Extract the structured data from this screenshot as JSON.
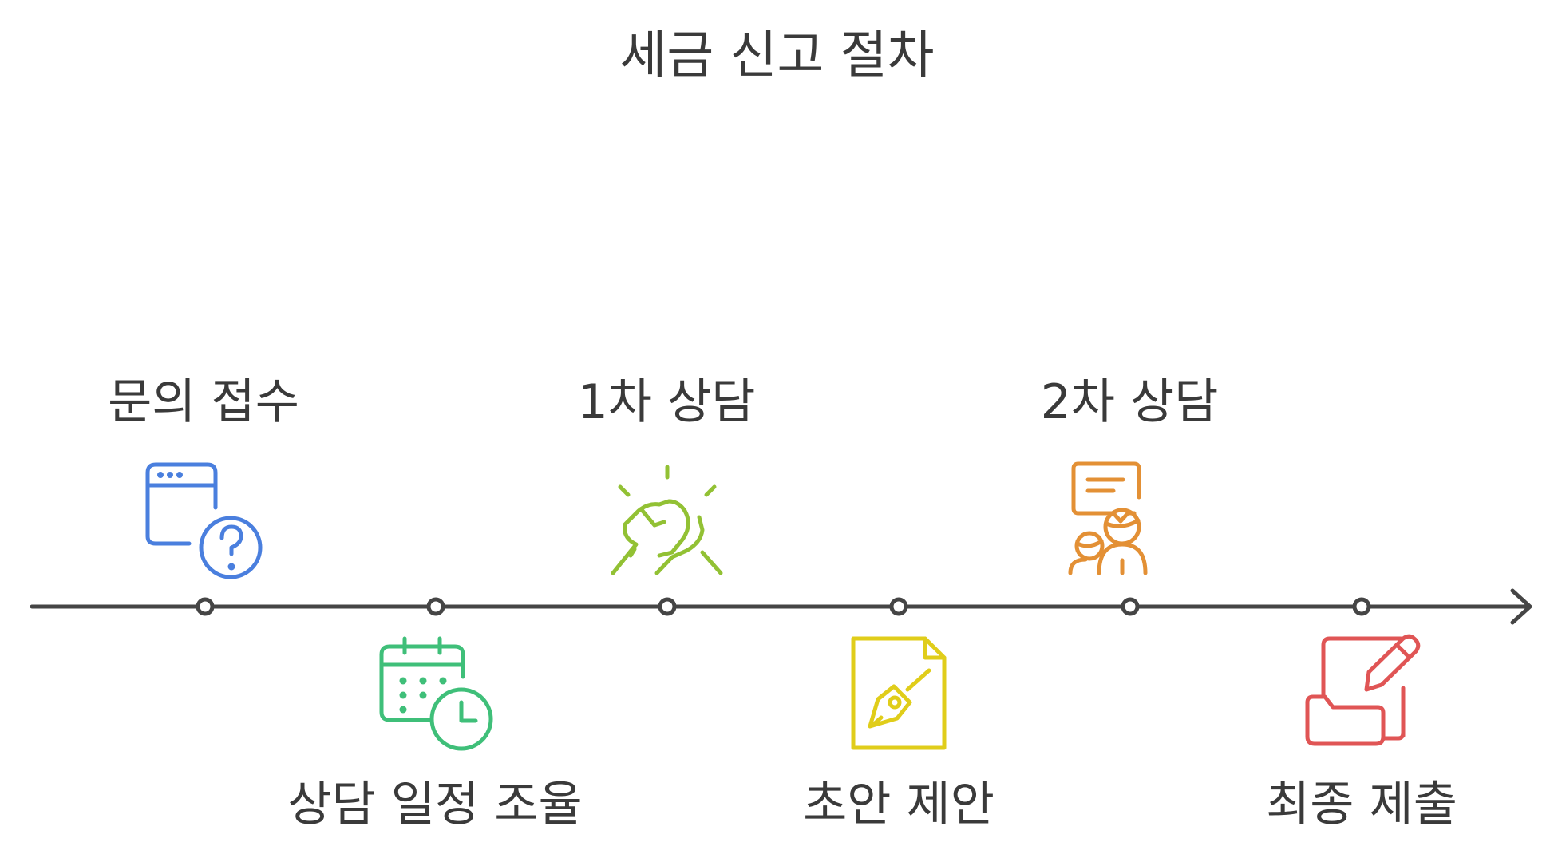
{
  "title": "세금 신고 절차",
  "steps": [
    {
      "label": "문의 접수",
      "icon": "browser-question-icon",
      "color": "#4a7fde"
    },
    {
      "label": "상담 일정 조율",
      "icon": "calendar-clock-icon",
      "color": "#3fbf79"
    },
    {
      "label": "1차 상담",
      "icon": "handshake-icon",
      "color": "#92c134"
    },
    {
      "label": "초안 제안",
      "icon": "document-pen-icon",
      "color": "#e0cd1a"
    },
    {
      "label": "2차 상담",
      "icon": "chat-people-icon",
      "color": "#e39035"
    },
    {
      "label": "최종 제출",
      "icon": "folder-edit-icon",
      "color": "#e05555"
    }
  ],
  "timeline_color": "#454545"
}
